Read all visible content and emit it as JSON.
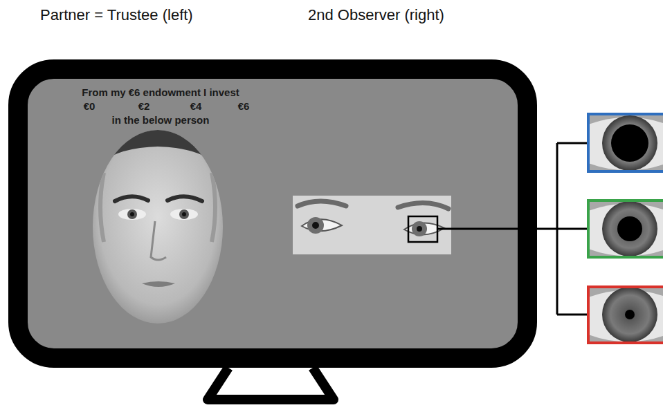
{
  "diagram": {
    "nodes": [
      {
        "text": [
          "From my €6 endowment I invest",
          "€0",
          "€2",
          "€4",
          "€6",
          "in the below person"
        ]
      }
    ],
    "labels": [
      "Partner = Trustee (left)",
      "2nd Observer (right)"
    ]
  }
}
